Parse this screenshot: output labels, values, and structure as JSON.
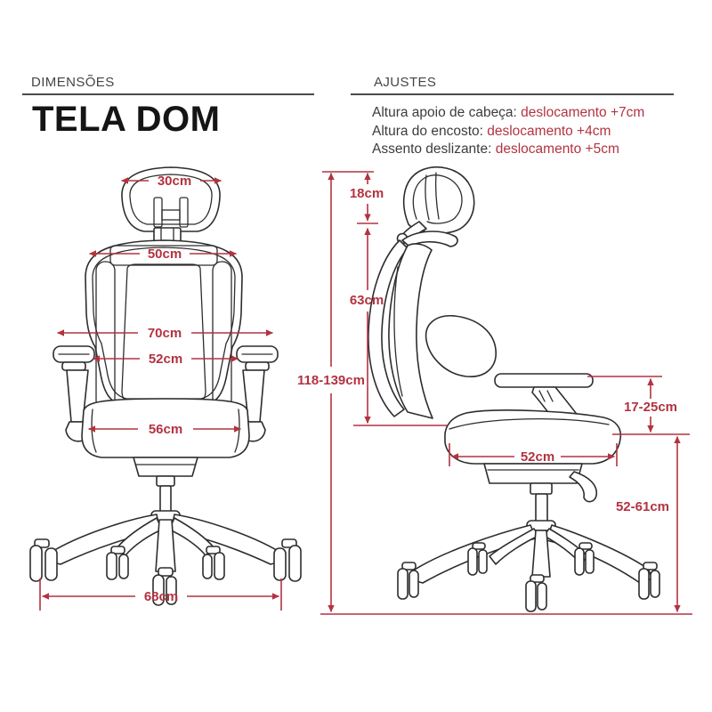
{
  "page": {
    "background": "#ffffff"
  },
  "colors": {
    "accent_red": "#b23340",
    "line_dark": "#2d2d2d",
    "text_dark": "#3c3c3c",
    "rule_dark": "#4a4a4a"
  },
  "header": {
    "left_section_title": "DIMENSÕES",
    "right_section_title": "AJUSTES"
  },
  "product": {
    "name": "TELA DOM"
  },
  "adjustments": [
    {
      "label": "Altura apoio de cabeça: ",
      "value": "deslocamento +7cm"
    },
    {
      "label": "Altura do encosto: ",
      "value": "deslocamento +4cm"
    },
    {
      "label": "Assento deslizante: ",
      "value": "deslocamento +5cm"
    }
  ],
  "front_view": {
    "dims": {
      "headrest_width": "30cm",
      "upper_backrest_width": "50cm",
      "overall_width": "70cm",
      "lower_backrest_width": "52cm",
      "seat_width": "56cm",
      "base_width": "68cm"
    }
  },
  "side_view": {
    "dims": {
      "headrest_height": "18cm",
      "backrest_height": "63cm",
      "overall_height": "118-139cm",
      "armrest_height": "17-25cm",
      "seat_depth": "52cm",
      "seat_height": "52-61cm"
    }
  }
}
